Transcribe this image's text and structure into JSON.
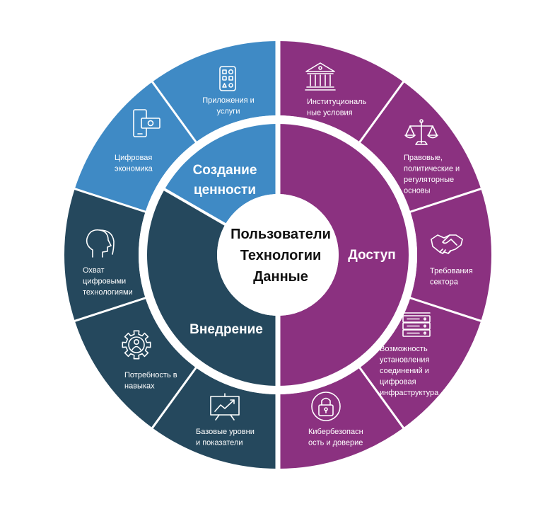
{
  "colors": {
    "blue": "#3f8ac5",
    "dark": "#25485d",
    "purple": "#8b3180",
    "gap": "#ffffff",
    "center_text": "#111111"
  },
  "center": {
    "lines": [
      "Пользователи",
      "Технологии",
      "Данные"
    ]
  },
  "inner": [
    {
      "id": "creation",
      "lines": [
        "Создание",
        "ценности"
      ],
      "color": "#3f8ac5"
    },
    {
      "id": "access",
      "lines": [
        "Доступ"
      ],
      "color": "#8b3180"
    },
    {
      "id": "adoption",
      "lines": [
        "Внедрение"
      ],
      "color": "#25485d"
    }
  ],
  "segments": [
    {
      "id": "apps",
      "group": "creation",
      "icon": "apps-icon",
      "lines": [
        "Приложения и",
        "услуги"
      ]
    },
    {
      "id": "institutional",
      "group": "access",
      "icon": "institution-icon",
      "lines": [
        "Институциональ",
        "ные условия"
      ]
    },
    {
      "id": "legal",
      "group": "access",
      "icon": "scales-icon",
      "lines": [
        "Правовые,",
        "политические и",
        "регуляторные",
        "основы"
      ]
    },
    {
      "id": "sector",
      "group": "access",
      "icon": "handshake-icon",
      "lines": [
        "Требования",
        "сектора"
      ]
    },
    {
      "id": "connectivity",
      "group": "access",
      "icon": "server-icon",
      "lines": [
        "Возможность",
        "установления",
        "соединений и",
        "цифровая",
        "инфраструктура"
      ]
    },
    {
      "id": "cyber",
      "group": "access",
      "icon": "lock-icon",
      "lines": [
        "Кибербезопасн",
        "ость и доверие"
      ]
    },
    {
      "id": "baselines",
      "group": "adoption",
      "icon": "chart-board-icon",
      "lines": [
        "Базовые уровни",
        "и показатели"
      ]
    },
    {
      "id": "skills",
      "group": "adoption",
      "icon": "gear-person-icon",
      "lines": [
        "Потребность в",
        "навыках"
      ]
    },
    {
      "id": "coverage",
      "group": "adoption",
      "icon": "head-profile-icon",
      "lines": [
        "Охват",
        "цифровыми",
        "технологиями"
      ]
    },
    {
      "id": "economy",
      "group": "creation",
      "icon": "phone-money-icon",
      "lines": [
        "Цифровая",
        "экономика"
      ]
    }
  ]
}
